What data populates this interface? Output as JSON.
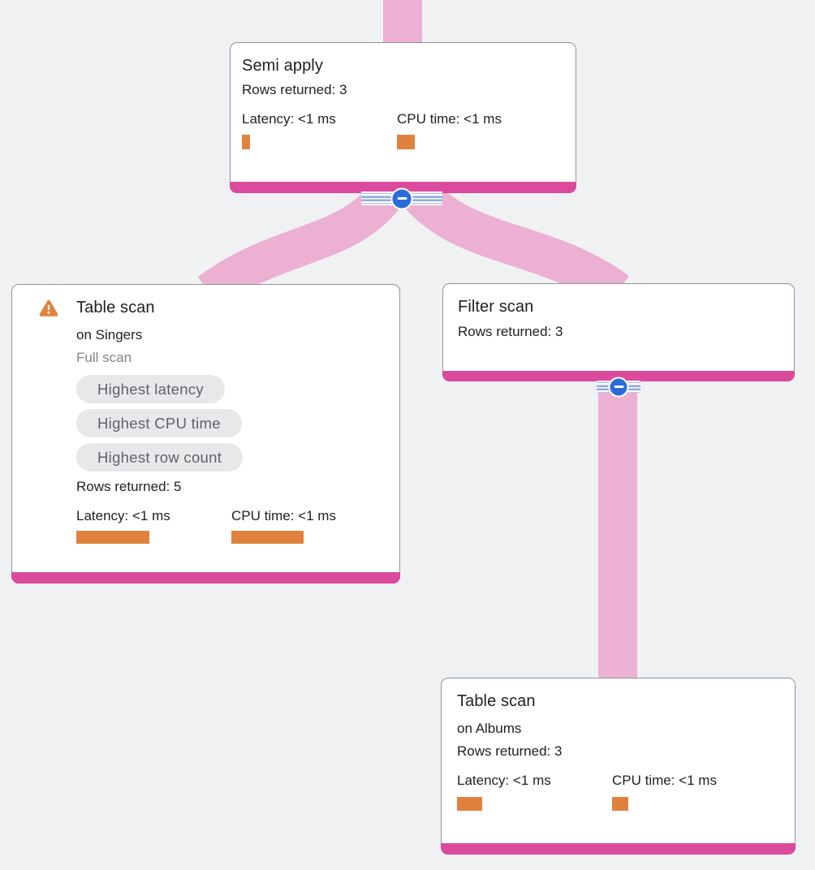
{
  "diagram": {
    "kind": "query-execution-plan",
    "colors": {
      "background": "#f0f1f3",
      "edge_pink": "#ecb0d2",
      "accent_magenta": "#dc4a9d",
      "metric_orange": "#e0823d",
      "collapse_blue": "#2a6bd7",
      "card_border": "#8f949a",
      "chip_bg": "#e7e8ea",
      "chip_text": "#5f6368",
      "muted_text": "#80868b",
      "text": "#202124"
    },
    "icons": {
      "warning": "warning-triangle-icon",
      "collapse": "minus-icon"
    }
  },
  "nodes": {
    "semi_apply": {
      "title": "Semi apply",
      "rows_returned": "Rows returned: 3",
      "metrics": [
        {
          "label": "Latency: <1 ms",
          "bar_style": "width:10px"
        },
        {
          "label": "CPU time: <1 ms",
          "bar_style": "width:22px"
        }
      ]
    },
    "table_scan_singers": {
      "title": "Table scan",
      "target": "on Singers",
      "scan_type": "Full scan",
      "has_warning": true,
      "badges": [
        "Highest latency",
        "Highest CPU time",
        "Highest row count"
      ],
      "rows_returned": "Rows returned: 5",
      "metrics": [
        {
          "label": "Latency: <1 ms",
          "bar_style": "width:90px"
        },
        {
          "label": "CPU time: <1 ms",
          "bar_style": "width:89px"
        }
      ]
    },
    "filter_scan": {
      "title": "Filter scan",
      "rows_returned": "Rows returned: 3"
    },
    "table_scan_albums": {
      "title": "Table scan",
      "target": "on Albums",
      "rows_returned": "Rows returned: 3",
      "metrics": [
        {
          "label": "Latency: <1 ms",
          "bar_style": "width:31px"
        },
        {
          "label": "CPU time: <1 ms",
          "bar_style": "width:20px"
        }
      ]
    }
  },
  "edges": [
    {
      "from": "root",
      "to": "Semi apply"
    },
    {
      "from": "Semi apply",
      "to": "Table scan (on Singers)"
    },
    {
      "from": "Semi apply",
      "to": "Filter scan"
    },
    {
      "from": "Filter scan",
      "to": "Table scan (on Albums)"
    }
  ],
  "collapse_buttons": [
    {
      "node": "Semi apply",
      "state": "expanded"
    },
    {
      "node": "Filter scan",
      "state": "expanded"
    }
  ]
}
